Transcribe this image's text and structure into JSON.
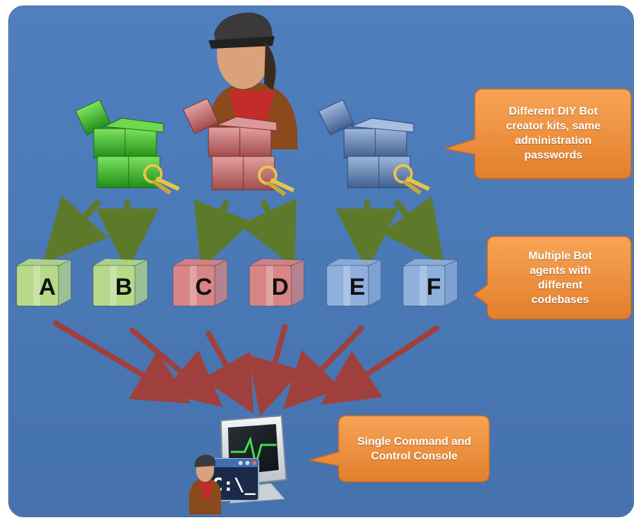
{
  "callouts": {
    "top": "Different DIY Bot creator kits, same administration passwords",
    "middle": "Multiple Bot agents with different codebases",
    "bottom": "Single Command and Control Console"
  },
  "agents": [
    {
      "letter": "A",
      "color": "#b6d98a"
    },
    {
      "letter": "B",
      "color": "#b6d98a"
    },
    {
      "letter": "C",
      "color": "#d98585"
    },
    {
      "letter": "D",
      "color": "#d98585"
    },
    {
      "letter": "E",
      "color": "#8fb0dc"
    },
    {
      "letter": "F",
      "color": "#8fb0dc"
    }
  ],
  "console": {
    "prompt": "C:\\_"
  },
  "colors": {
    "background": "#4a79b6",
    "callout": "#f0903c",
    "kit_green": "#3fbf2e",
    "kit_red": "#c96d6d",
    "kit_blue": "#5d7fad",
    "arrow_green": "#5d7a2a",
    "arrow_red": "#a0403c"
  }
}
